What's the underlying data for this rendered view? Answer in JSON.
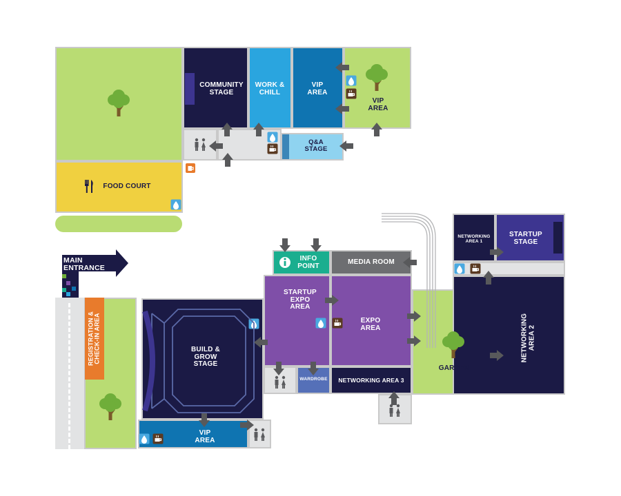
{
  "colors": {
    "green": "#b9dc73",
    "navy": "#1b1a45",
    "blue_light": "#2aa5df",
    "blue_mid": "#0f74b1",
    "blue_pale": "#8fd3f0",
    "yellow": "#f0d040",
    "teal": "#1aae8f",
    "purple": "#7f4fa8",
    "indigo": "#3d3590",
    "slate": "#5570b8",
    "gray_dark": "#6d6e71",
    "gray_light": "#e2e3e4",
    "orange": "#e87b2c",
    "water": "#4aa9e0",
    "coffee": "#5a3a22"
  },
  "icons": [
    "tree-icon",
    "restroom-icon",
    "water-icon",
    "coffee-icon",
    "beer-icon",
    "info-icon",
    "cutlery-icon",
    "arrow-icon",
    "chevron-arrow-icon"
  ],
  "rooms": {
    "community_stage": "COMMUNITY\nSTAGE",
    "work_chill": "WORK &\nCHILL",
    "vip_area_top": "VIP\nAREA",
    "vip_area_garden": "VIP\nAREA",
    "qa_stage": "Q&A\nSTAGE",
    "food_court": "FOOD COURT",
    "main_entrance": "MAIN\nENTRANCE",
    "registration": "REGISTRATION &\nCHECK-IN AREA",
    "build_grow_stage": "BUILD &\nGROW\nSTAGE",
    "vip_area_bottom": "VIP\nAREA",
    "info_point": "INFO\nPOINT",
    "media_room": "MEDIA ROOM",
    "startup_expo_area": "STARTUP\nEXPO\nAREA",
    "expo_area": "EXPO\nAREA",
    "wardrobe": "WARDROBE",
    "networking_area_3": "NETWORKING AREA 3",
    "networking_area_1": "NETWORKING\nAREA 1",
    "startup_stage": "STARTUP\nSTAGE",
    "networking_area_2": "NETWORKING\nAREA 2",
    "garden": "GARDEN"
  }
}
